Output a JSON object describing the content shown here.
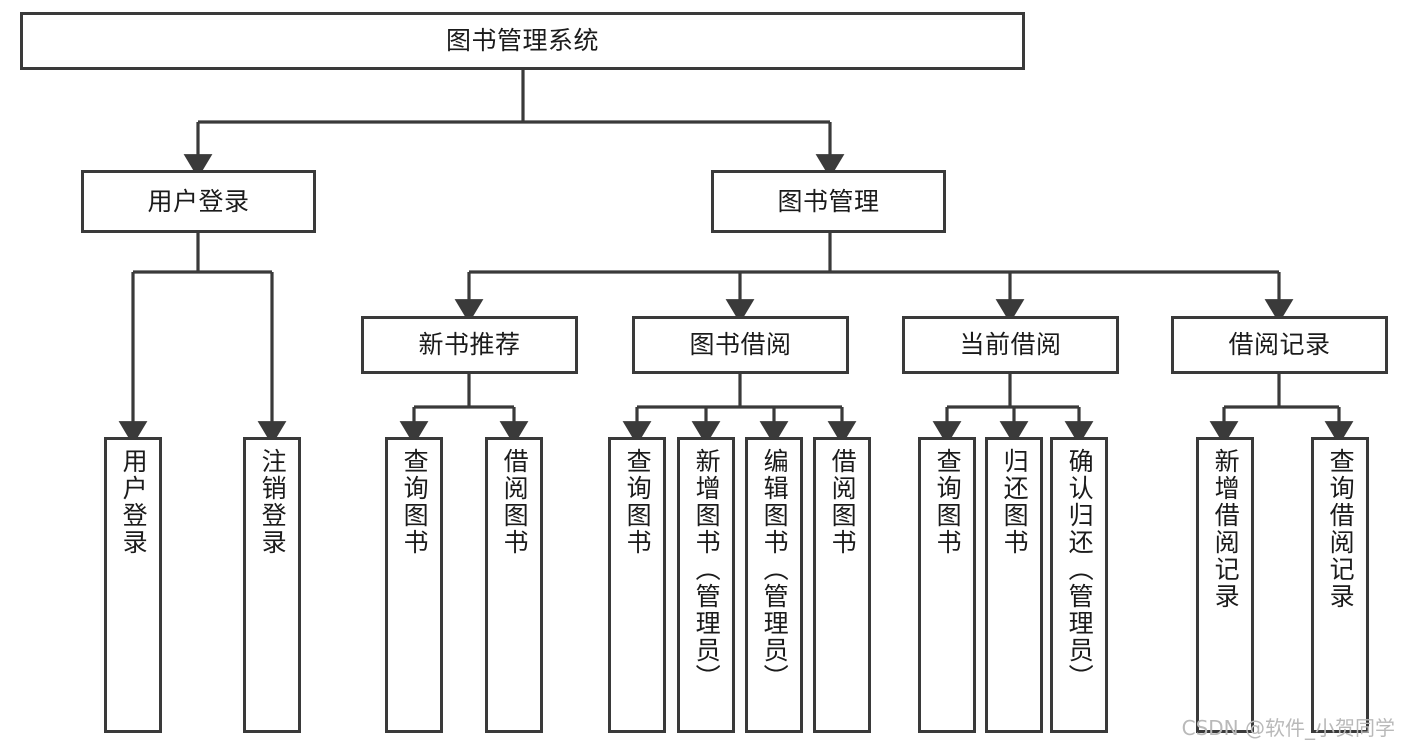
{
  "diagram": {
    "title": "图书管理系统",
    "type": "tree-hierarchy-chart",
    "edge_color": "#3a3a3a",
    "box_border_color": "#3a3a3a",
    "background_color": "#ffffff",
    "watermark": "CSDN @软件_小贺同学"
  },
  "nodes": {
    "root": {
      "label": "图书管理系统"
    },
    "level2": [
      {
        "id": "user-login",
        "label": "用户登录"
      },
      {
        "id": "book-management",
        "label": "图书管理"
      }
    ],
    "level3": [
      {
        "id": "new-book-recommend",
        "label": "新书推荐"
      },
      {
        "id": "book-borrow",
        "label": "图书借阅"
      },
      {
        "id": "current-borrow",
        "label": "当前借阅"
      },
      {
        "id": "borrow-record",
        "label": "借阅记录"
      }
    ],
    "leaves": {
      "user_login": [
        {
          "id": "leaf-user-login",
          "label": "用户登录"
        },
        {
          "id": "leaf-logout-login",
          "label": "注销登录"
        }
      ],
      "new_book_recommend": [
        {
          "id": "leaf-query-book-1",
          "label": "查询图书"
        },
        {
          "id": "leaf-borrow-book-1",
          "label": "借阅图书"
        }
      ],
      "book_borrow": [
        {
          "id": "leaf-query-book-2",
          "label": "查询图书"
        },
        {
          "id": "leaf-add-book",
          "label": "新增图书（管理员）"
        },
        {
          "id": "leaf-edit-book",
          "label": "编辑图书（管理员）"
        },
        {
          "id": "leaf-borrow-book-2",
          "label": "借阅图书"
        }
      ],
      "current_borrow": [
        {
          "id": "leaf-query-book-3",
          "label": "查询图书"
        },
        {
          "id": "leaf-return-book",
          "label": "归还图书"
        },
        {
          "id": "leaf-confirm-return",
          "label": "确认归还（管理员）"
        }
      ],
      "borrow_record": [
        {
          "id": "leaf-add-borrow-record",
          "label": "新增借阅记录"
        },
        {
          "id": "leaf-query-borrow-record",
          "label": "查询借阅记录"
        }
      ]
    }
  }
}
